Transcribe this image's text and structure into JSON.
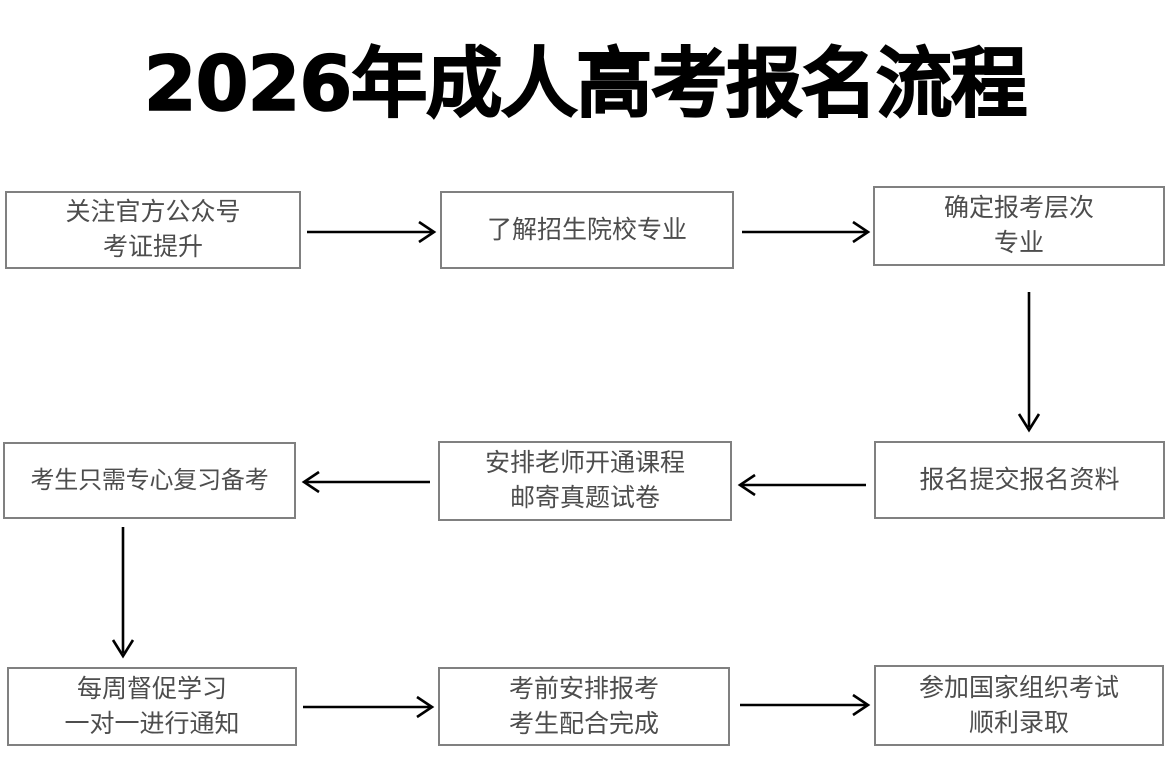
{
  "page": {
    "title": "2026年成人高考报名流程",
    "background_color": "#ffffff",
    "box_border_color": "#808080",
    "box_text_color": "#4d4d4d",
    "arrow_color": "#000000",
    "title_color": "#000000"
  },
  "flow": {
    "nodes": [
      {
        "id": "node-1",
        "lines": [
          "关注官方公众号",
          "考证提升"
        ]
      },
      {
        "id": "node-2",
        "lines": [
          "了解招生院校专业"
        ]
      },
      {
        "id": "node-3",
        "lines": [
          "确定报考层次",
          "专业"
        ]
      },
      {
        "id": "node-4",
        "lines": [
          "考生只需专心复习备考"
        ]
      },
      {
        "id": "node-5",
        "lines": [
          "安排老师开通课程",
          "邮寄真题试卷"
        ]
      },
      {
        "id": "node-6",
        "lines": [
          "报名提交报名资料"
        ]
      },
      {
        "id": "node-7",
        "lines": [
          "每周督促学习",
          "一对一进行通知"
        ]
      },
      {
        "id": "node-8",
        "lines": [
          "考前安排报考",
          "考生配合完成"
        ]
      },
      {
        "id": "node-9",
        "lines": [
          "参加国家组织考试",
          "顺利录取"
        ]
      }
    ],
    "edges": [
      {
        "from": "node-1",
        "to": "node-2",
        "direction": "right"
      },
      {
        "from": "node-2",
        "to": "node-3",
        "direction": "right"
      },
      {
        "from": "node-3",
        "to": "node-6",
        "direction": "down"
      },
      {
        "from": "node-6",
        "to": "node-5",
        "direction": "left"
      },
      {
        "from": "node-5",
        "to": "node-4",
        "direction": "left"
      },
      {
        "from": "node-4",
        "to": "node-7",
        "direction": "down"
      },
      {
        "from": "node-7",
        "to": "node-8",
        "direction": "right"
      },
      {
        "from": "node-8",
        "to": "node-9",
        "direction": "right"
      }
    ]
  }
}
